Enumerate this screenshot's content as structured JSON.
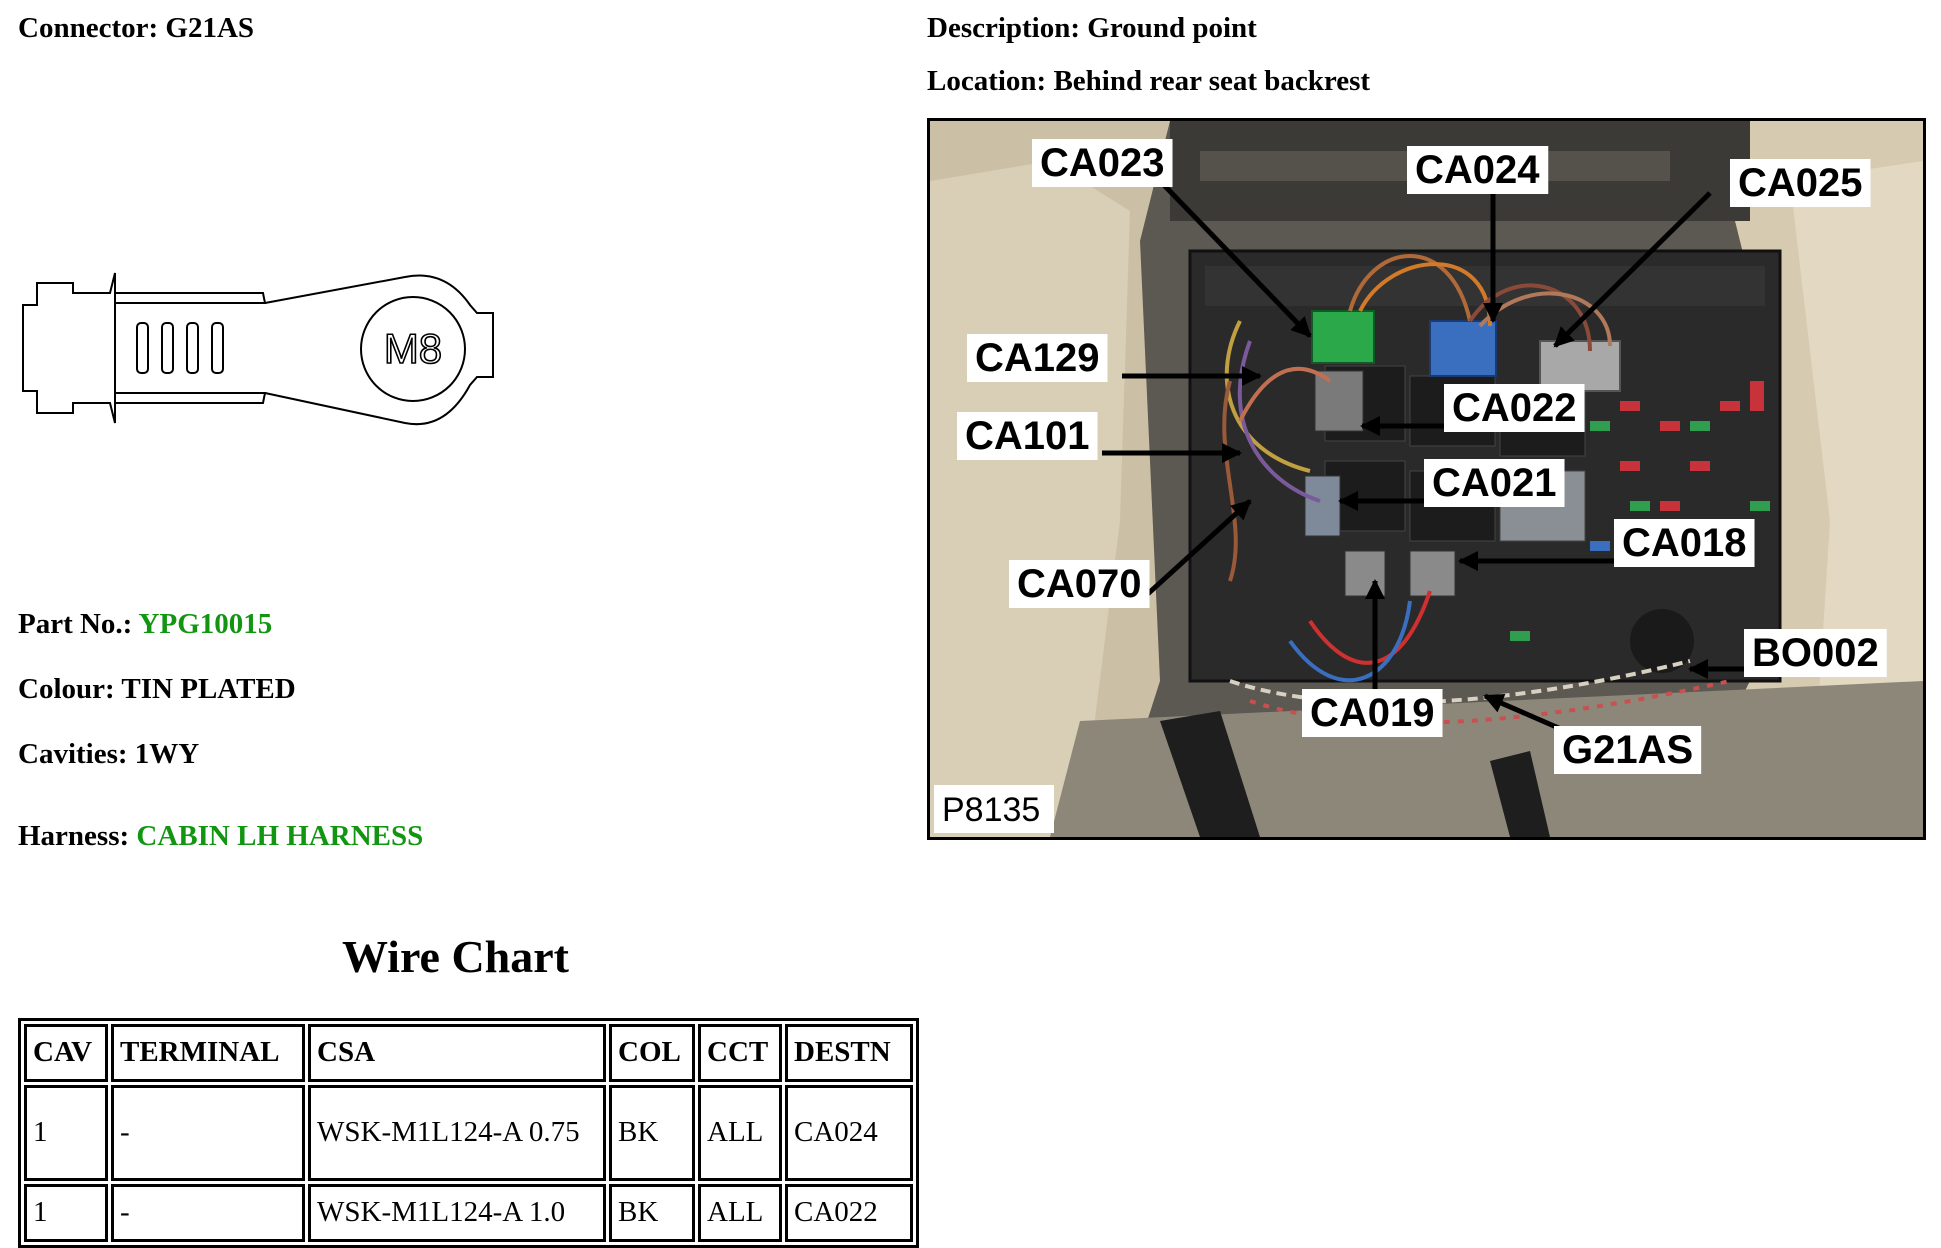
{
  "connector": {
    "label": "Connector:",
    "value": "G21AS"
  },
  "description": {
    "label": "Description:",
    "value": "Ground point"
  },
  "location": {
    "label": "Location:",
    "value": "Behind rear seat backrest"
  },
  "part": {
    "label": "Part No.:",
    "value": "YPG10015"
  },
  "colour": {
    "label": "Colour:",
    "value": "TIN PLATED"
  },
  "cavities": {
    "label": "Cavities:",
    "value": "1WY"
  },
  "harness": {
    "label": "Harness:",
    "value": "CABIN LH HARNESS"
  },
  "terminal_drawing": {
    "stud_label": "M8"
  },
  "photo": {
    "reference": "P8135",
    "callouts": [
      "CA023",
      "CA024",
      "CA025",
      "CA129",
      "CA022",
      "CA101",
      "CA021",
      "CA018",
      "CA070",
      "BO002",
      "CA019",
      "G21AS"
    ]
  },
  "wire_chart": {
    "title": "Wire Chart",
    "headers": [
      "CAV",
      "TERMINAL",
      "CSA",
      "COL",
      "CCT",
      "DESTN"
    ],
    "rows": [
      [
        "1",
        "-",
        "WSK-M1L124-A 0.75",
        "BK",
        "ALL",
        "CA024"
      ],
      [
        "1",
        "-",
        "WSK-M1L124-A 1.0",
        "BK",
        "ALL",
        "CA022"
      ]
    ]
  },
  "colors": {
    "value_green": "#129612",
    "fuse_green": "#2f9e4f",
    "fuse_red": "#c8323a",
    "connector_green": "#2aa84a",
    "connector_blue": "#3a6fc0"
  }
}
